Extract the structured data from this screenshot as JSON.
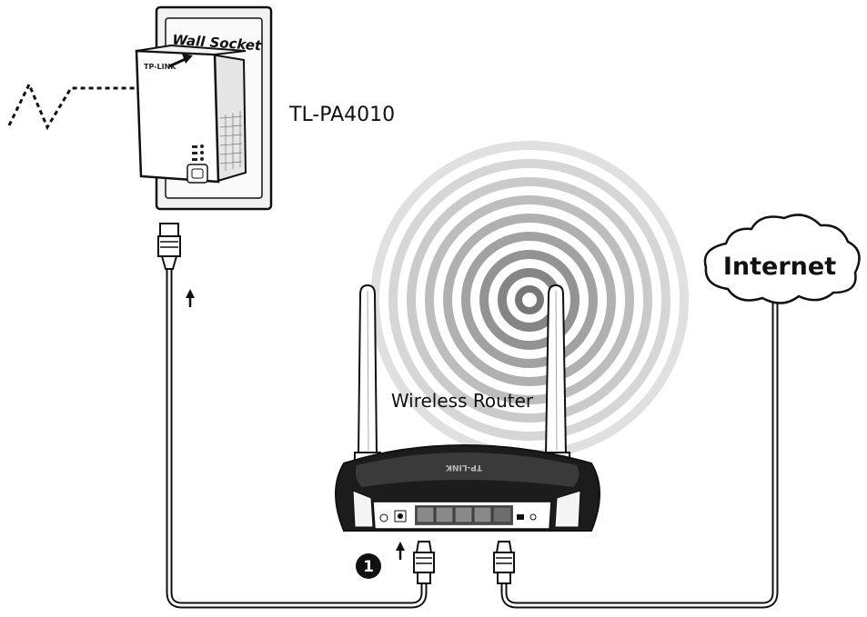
{
  "labels": {
    "wall_socket": "Wall Socket",
    "adapter_model": "TL-PA4010",
    "router": "Wireless Router",
    "internet": "Internet",
    "step_number": "1"
  },
  "brand": {
    "adapter_logo": "TP-LINK",
    "router_logo": "TP-LINK"
  },
  "icons": [
    "arrow-up-icon",
    "arrow-up-icon",
    "powerline-signal-icon",
    "cloud-icon",
    "wifi-signal-icon"
  ],
  "colors": {
    "line": "#111111",
    "wifi_ring": "#c8c8c8",
    "wifi_ring_inner": "#8a8a8a",
    "socket_plate": "#efefef",
    "router_body": "#1c1c1c",
    "port": "#777777"
  }
}
